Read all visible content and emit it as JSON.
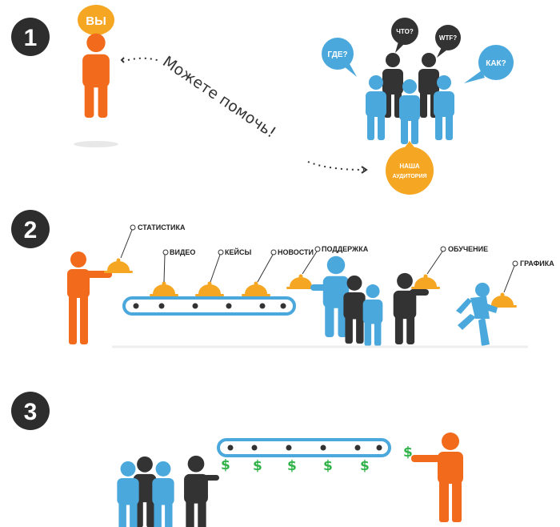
{
  "steps": [
    "1",
    "2",
    "3"
  ],
  "colors": {
    "orange": "#f26b1d",
    "blue": "#4aa8dc",
    "dark": "#333333",
    "gold": "#f5a623",
    "green": "#31b34a",
    "number_bg": "#2d2d2d"
  },
  "step1": {
    "you_bubble": "ВЫ",
    "dotted_text": "Можете помочь!",
    "questions": [
      "ГДЕ?",
      "ЧТО?",
      "WTF?",
      "КАК?"
    ],
    "audience_line1": "НАША",
    "audience_line2": "АУДИТОРИЯ"
  },
  "step2": {
    "labels": [
      "СТАТИСТИКА",
      "ВИДЕО",
      "КЕЙСЫ",
      "НОВОСТИ",
      "ПОДДЕРЖКА",
      "ОБУЧЕНИЕ",
      "ГРАФИКА"
    ]
  },
  "step3": {
    "money_symbol": "$"
  }
}
